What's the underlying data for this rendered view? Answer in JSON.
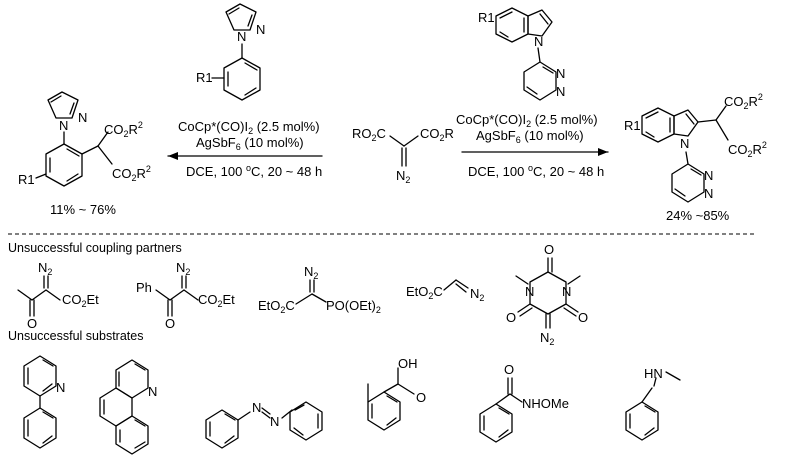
{
  "reaction": {
    "center_reagent": {
      "left": "RO2C",
      "right": "CO2R",
      "n2": "N2"
    },
    "left_conditions": {
      "line1": "CoCp*(CO)I2 (2.5 mol%)",
      "line2": "AgSbF6 (10 mol%)",
      "line3": "DCE, 100 °C, 20 ~ 48 h"
    },
    "right_conditions": {
      "line1": "CoCp*(CO)I2 (2.5 mol%)",
      "line2": "AgSbF6 (10 mol%)",
      "line3": "DCE, 100 °C, 20 ~ 48 h"
    },
    "left_product": {
      "yield": "11% ~ 76%",
      "r1": "R1",
      "ester": "CO2R2"
    },
    "right_product": {
      "yield": "24% ~85%",
      "r1": "R1",
      "ester": "CO2R2"
    },
    "left_substrate": {
      "r1": "R1"
    },
    "right_substrate": {
      "r1": "R1"
    }
  },
  "sections": {
    "partners_title": "Unsuccessful coupling partners",
    "substrates_title": "Unsuccessful substrates"
  },
  "partners": {
    "p1": {
      "ester": "CO2Et",
      "n2": "N2",
      "o": "O"
    },
    "p2": {
      "ph": "Ph",
      "ester": "CO2Et",
      "n2": "N2",
      "o": "O"
    },
    "p3": {
      "ester": "EtO2C",
      "phos": "PO(OEt)2",
      "n2": "N2"
    },
    "p4": {
      "ester": "EtO2C",
      "n2": "N2"
    },
    "p5": {
      "n2": "N2"
    }
  },
  "substrates": {
    "s5_oh": "OH",
    "s6_amide": "NHOMe",
    "s7_hn": "HN"
  }
}
